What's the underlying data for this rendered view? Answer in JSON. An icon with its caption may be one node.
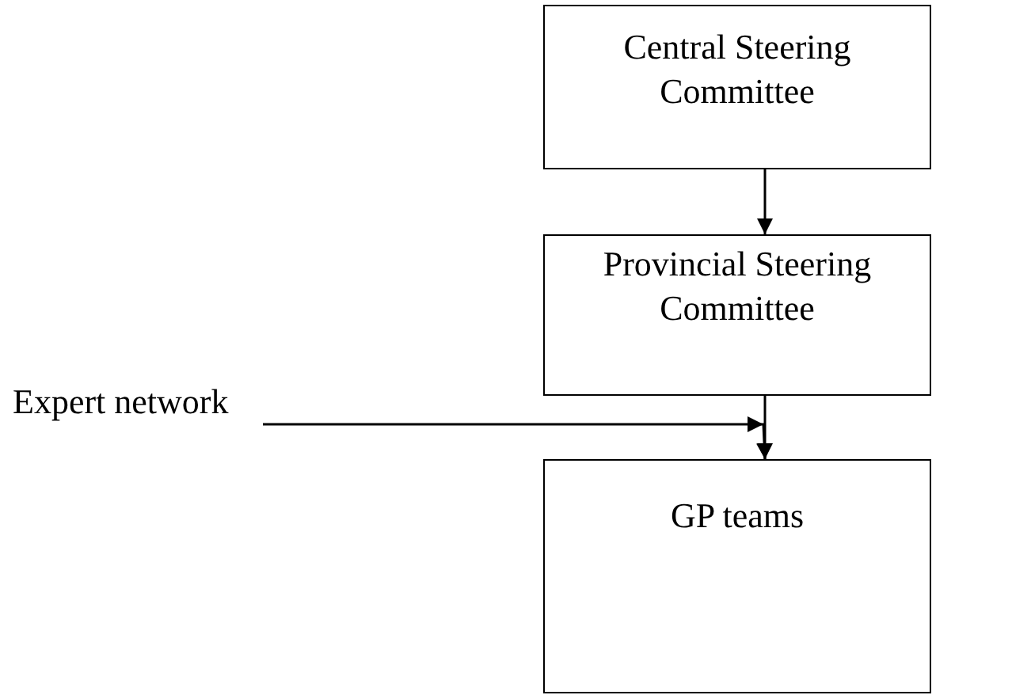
{
  "diagram": {
    "nodes": [
      {
        "text": [
          "Central Steering Committee"
        ]
      },
      {
        "text": [
          "Provincial Steering Committee"
        ]
      },
      {
        "text": [
          "GP teams"
        ]
      },
      {
        "text": [
          "Expert network"
        ]
      }
    ],
    "edges": [
      {
        "from": 0,
        "to": 1,
        "arrow": "to"
      },
      {
        "from": 1,
        "to": 2,
        "arrow": "to"
      },
      {
        "from": 3,
        "to": 2,
        "arrow": "to"
      }
    ]
  }
}
